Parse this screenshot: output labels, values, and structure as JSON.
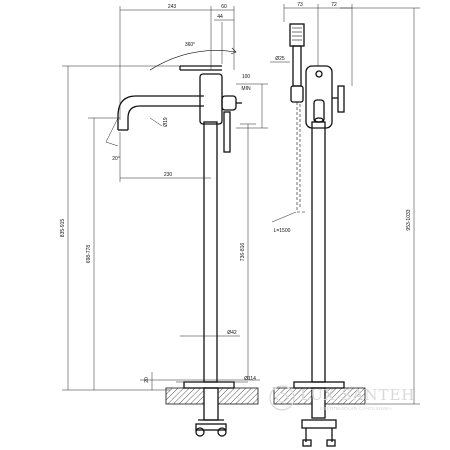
{
  "dimensions": {
    "d243": "243",
    "d60": "60",
    "d44": "44",
    "d360": "360°",
    "d100": "100",
    "dmin": "MIN",
    "d20deg": "20°",
    "d230": "230",
    "d19": "Ø19",
    "d42": "Ø42",
    "d114": "Ø114",
    "d20": "20",
    "d835": "835-915",
    "d696": "698-778",
    "d736": "736-816",
    "d73": "73",
    "d72": "72",
    "d25": "Ø25",
    "dL": "L=1500",
    "d953": "953-1033"
  },
  "watermark": {
    "brand": "LUX SANTEH",
    "tagline": "ЕВРОПЕЙСКАЯ САНТЕХНИКА"
  }
}
